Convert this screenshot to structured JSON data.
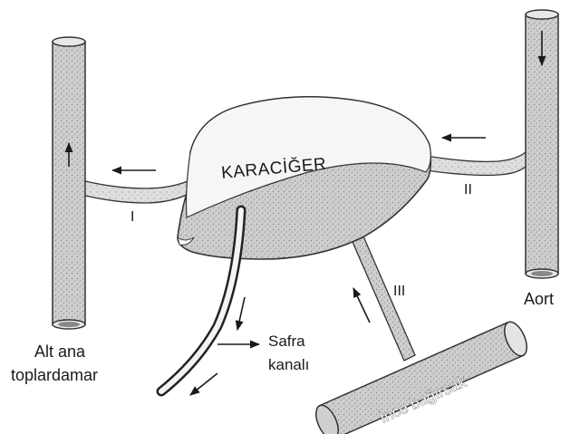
{
  "labels": {
    "liver": "KARACİĞER",
    "vena_cava_line1": "Alt ana",
    "vena_cava_line2": "toplardamar",
    "aorta": "Aort",
    "bile_duct_line1": "Safra",
    "bile_duct_line2": "kanalı",
    "intestine": "İnce bağırsak",
    "vessel_1": "I",
    "vessel_2": "II",
    "vessel_3": "III"
  }
}
